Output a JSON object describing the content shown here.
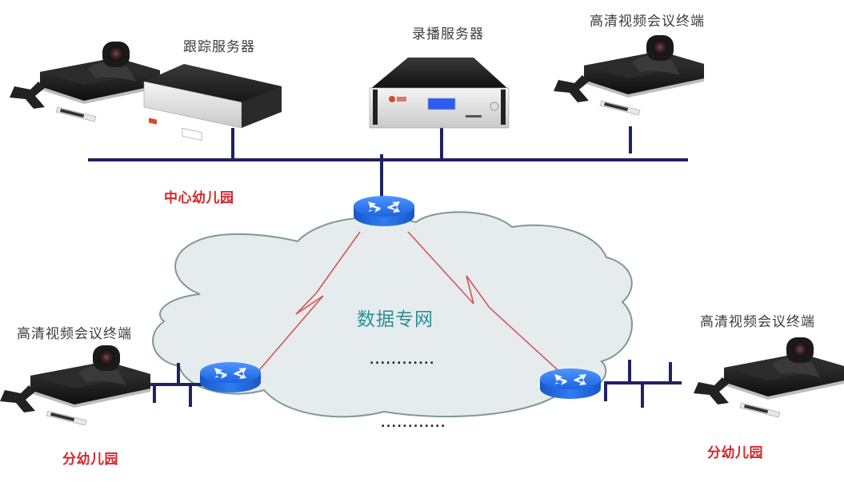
{
  "diagram": {
    "title": "",
    "colors": {
      "bus": "#1f2360",
      "link": "#d9534f",
      "cloud_fill": "#e6ecee",
      "cloud_stroke": "#7f9896",
      "router": "#1f6fe0",
      "site_label": "#d7262b",
      "network_label": "#2a8f96",
      "device_label": "#3c3c3c"
    },
    "devices": {
      "terminal_top_left": {
        "label": "",
        "type": "video-conference-terminal"
      },
      "tracking_server": {
        "label": "跟踪服务器",
        "type": "rack-server-1u"
      },
      "recording_server": {
        "label": "录播服务器",
        "type": "rack-server-3u"
      },
      "terminal_top_right": {
        "label": "高清视频会议终端",
        "type": "video-conference-terminal"
      },
      "terminal_bottom_left": {
        "label": "高清视频会议终端",
        "type": "video-conference-terminal"
      },
      "terminal_bottom_right": {
        "label": "高清视频会议终端",
        "type": "video-conference-terminal"
      }
    },
    "sites": {
      "center": "中心幼儿园",
      "branch_left": "分幼儿园",
      "branch_right": "分幼儿园"
    },
    "network": {
      "label": "数据专网",
      "ellipsis_inner": "............",
      "ellipsis_outer": "............"
    },
    "routers": [
      "center-router",
      "branch-left-router",
      "branch-right-router"
    ],
    "links": [
      {
        "from": "center-router",
        "to": "branch-left-router",
        "style": "serial-zigzag"
      },
      {
        "from": "center-router",
        "to": "branch-right-router",
        "style": "serial-zigzag"
      }
    ]
  }
}
